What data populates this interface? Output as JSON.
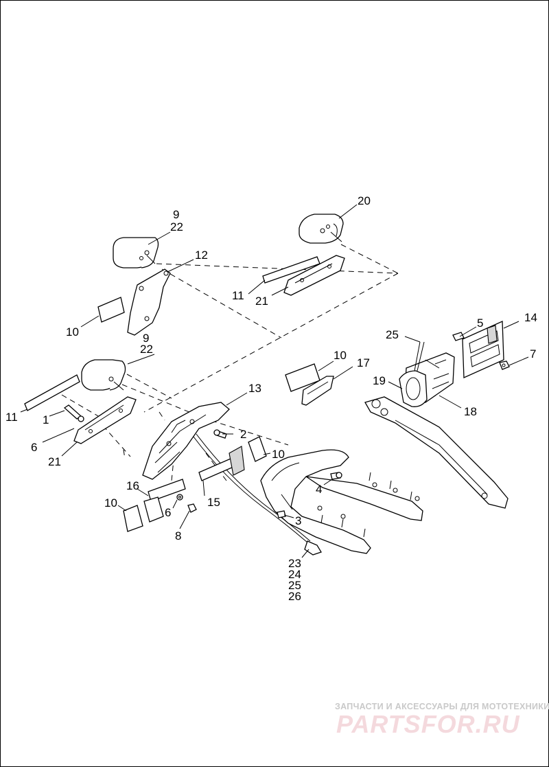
{
  "diagram": {
    "callouts": [
      {
        "id": "c-9-top",
        "text": "9"
      },
      {
        "id": "c-22-top",
        "text": "22"
      },
      {
        "id": "c-12",
        "text": "12"
      },
      {
        "id": "c-20",
        "text": "20"
      },
      {
        "id": "c-11-top",
        "text": "11"
      },
      {
        "id": "c-21-top",
        "text": "21"
      },
      {
        "id": "c-10-left",
        "text": "10"
      },
      {
        "id": "c-9-mid",
        "text": "9"
      },
      {
        "id": "c-22-mid",
        "text": "22"
      },
      {
        "id": "c-25-top",
        "text": "25"
      },
      {
        "id": "c-5",
        "text": "5"
      },
      {
        "id": "c-14",
        "text": "14"
      },
      {
        "id": "c-7",
        "text": "7"
      },
      {
        "id": "c-10-mid",
        "text": "10"
      },
      {
        "id": "c-17",
        "text": "17"
      },
      {
        "id": "c-19",
        "text": "19"
      },
      {
        "id": "c-18",
        "text": "18"
      },
      {
        "id": "c-11-left",
        "text": "11"
      },
      {
        "id": "c-1",
        "text": "1"
      },
      {
        "id": "c-13",
        "text": "13"
      },
      {
        "id": "c-2",
        "text": "2"
      },
      {
        "id": "c-6-left",
        "text": "6"
      },
      {
        "id": "c-21-left",
        "text": "21"
      },
      {
        "id": "c-10-right",
        "text": "10"
      },
      {
        "id": "c-4",
        "text": "4"
      },
      {
        "id": "c-16",
        "text": "16"
      },
      {
        "id": "c-15",
        "text": "15"
      },
      {
        "id": "c-10-bottom",
        "text": "10"
      },
      {
        "id": "c-6-bottom",
        "text": "6"
      },
      {
        "id": "c-3",
        "text": "3"
      },
      {
        "id": "c-8",
        "text": "8"
      },
      {
        "id": "c-23",
        "text": "23"
      },
      {
        "id": "c-24",
        "text": "24"
      },
      {
        "id": "c-25-bottom",
        "text": "25"
      },
      {
        "id": "c-26",
        "text": "26"
      }
    ]
  },
  "watermark": {
    "tagline": "ЗАПЧАСТИ И АКСЕССУАРЫ ДЛЯ МОТОТЕХНИКИ",
    "logo_text": "PARTSFOR.RU"
  },
  "colors": {
    "line": "#000000",
    "background": "#ffffff",
    "watermark_text": "#c9c9c9",
    "watermark_logo": "#f4d9dd"
  }
}
